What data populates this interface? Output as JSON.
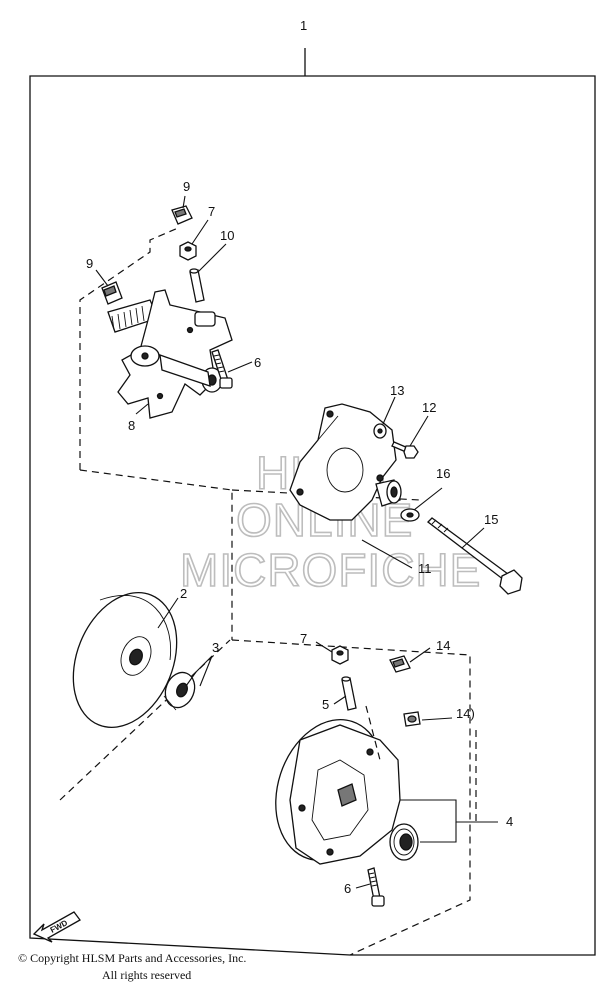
{
  "callouts": {
    "c1": "1",
    "c2": "2",
    "c3": "3",
    "c4": "4",
    "c5": "5",
    "c6a": "6",
    "c6b": "6",
    "c7a": "7",
    "c7b": "7",
    "c8": "8",
    "c9a": "9",
    "c9b": "9",
    "c10": "10",
    "c11": "11",
    "c12": "12",
    "c13": "13",
    "c14a": "14",
    "c14b": "14)",
    "c15": "15",
    "c16": "16"
  },
  "watermark": {
    "line1": "HLSM",
    "line2": "ONLINE",
    "line3": "MICROFICHE"
  },
  "fwd": "FWD",
  "copyright": {
    "line1": "© Copyright HLSM Parts and Accessories, Inc.",
    "line2": "All rights reserved"
  }
}
